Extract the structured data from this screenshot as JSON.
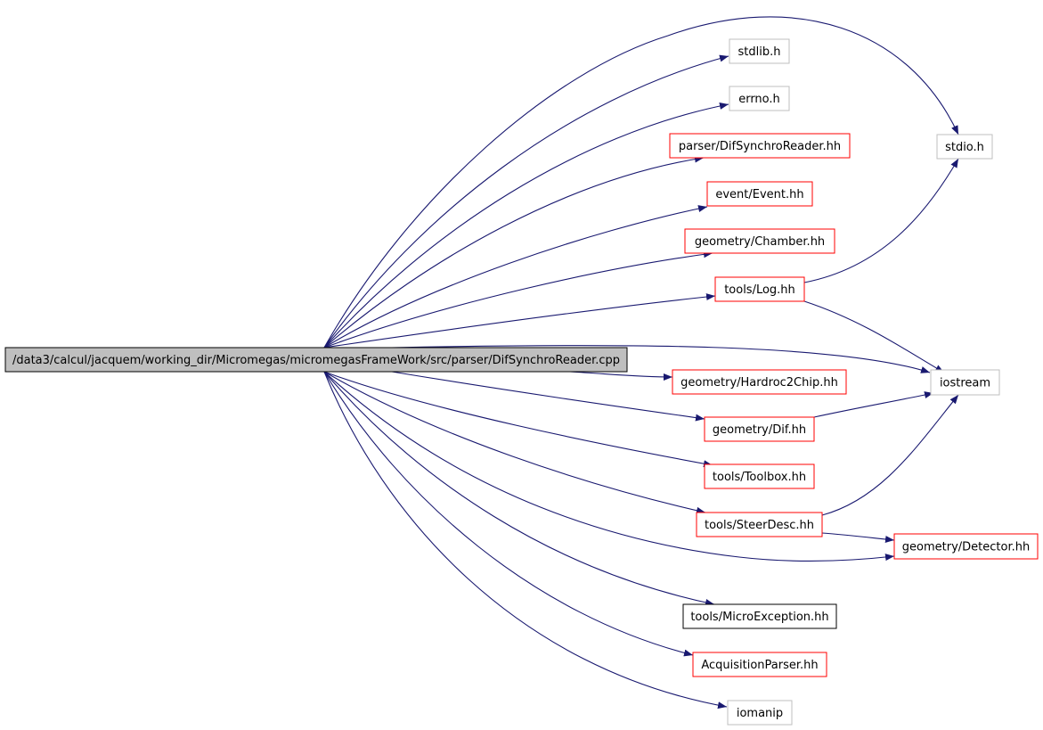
{
  "graph": {
    "root": {
      "label": "/data3/calcul/jacquem/working_dir/Micromegas/micromegasFrameWork/src/parser/DifSynchroReader.cpp",
      "fill": "#bfbfbf",
      "border": "#000000"
    },
    "colors": {
      "edge": "#191970",
      "system_border": "#bfbfbf",
      "documented_border": "#ff0000",
      "external_border": "#000000"
    },
    "nodes": [
      {
        "id": "stdlib",
        "label": "stdlib.h",
        "kind": "system"
      },
      {
        "id": "errno",
        "label": "errno.h",
        "kind": "system"
      },
      {
        "id": "difsync",
        "label": "parser/DifSynchroReader.hh",
        "kind": "documented"
      },
      {
        "id": "event",
        "label": "event/Event.hh",
        "kind": "documented"
      },
      {
        "id": "chamber",
        "label": "geometry/Chamber.hh",
        "kind": "documented"
      },
      {
        "id": "log",
        "label": "tools/Log.hh",
        "kind": "documented"
      },
      {
        "id": "stdio",
        "label": "stdio.h",
        "kind": "system"
      },
      {
        "id": "iostream",
        "label": "iostream",
        "kind": "system"
      },
      {
        "id": "hardroc",
        "label": "geometry/Hardroc2Chip.hh",
        "kind": "documented"
      },
      {
        "id": "dif",
        "label": "geometry/Dif.hh",
        "kind": "documented"
      },
      {
        "id": "toolbox",
        "label": "tools/Toolbox.hh",
        "kind": "documented"
      },
      {
        "id": "steer",
        "label": "tools/SteerDesc.hh",
        "kind": "documented"
      },
      {
        "id": "detector",
        "label": "geometry/Detector.hh",
        "kind": "documented"
      },
      {
        "id": "microexc",
        "label": "tools/MicroException.hh",
        "kind": "external"
      },
      {
        "id": "acqparser",
        "label": "AcquisitionParser.hh",
        "kind": "documented"
      },
      {
        "id": "iomanip",
        "label": "iomanip",
        "kind": "system"
      }
    ],
    "edges": [
      {
        "from": "root",
        "to": "stdio"
      },
      {
        "from": "root",
        "to": "stdlib"
      },
      {
        "from": "root",
        "to": "errno"
      },
      {
        "from": "root",
        "to": "difsync"
      },
      {
        "from": "root",
        "to": "event"
      },
      {
        "from": "root",
        "to": "chamber"
      },
      {
        "from": "root",
        "to": "log"
      },
      {
        "from": "root",
        "to": "iostream"
      },
      {
        "from": "root",
        "to": "hardroc"
      },
      {
        "from": "root",
        "to": "dif"
      },
      {
        "from": "root",
        "to": "toolbox"
      },
      {
        "from": "root",
        "to": "steer"
      },
      {
        "from": "root",
        "to": "detector"
      },
      {
        "from": "root",
        "to": "microexc"
      },
      {
        "from": "root",
        "to": "acqparser"
      },
      {
        "from": "root",
        "to": "iomanip"
      },
      {
        "from": "log",
        "to": "stdio"
      },
      {
        "from": "log",
        "to": "iostream"
      },
      {
        "from": "dif",
        "to": "iostream"
      },
      {
        "from": "steer",
        "to": "iostream"
      },
      {
        "from": "steer",
        "to": "detector"
      }
    ]
  }
}
